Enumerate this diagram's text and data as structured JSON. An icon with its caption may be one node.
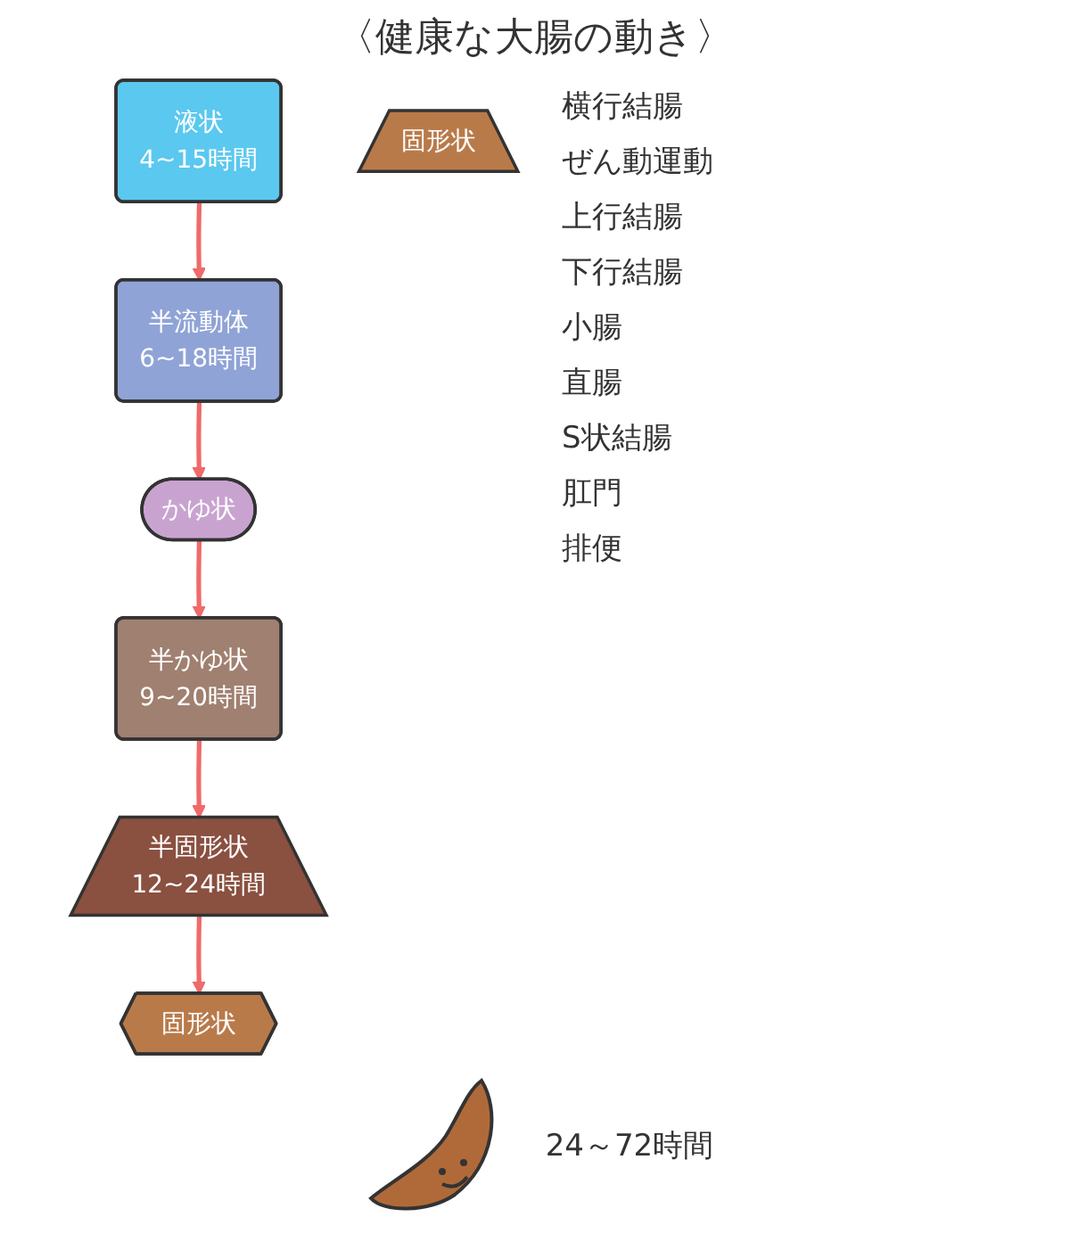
{
  "diagram": {
    "title": "〈健康な大腸の動き〉",
    "nodes": [
      {
        "text": [
          "液状",
          "4~15時間"
        ]
      },
      {
        "text": [
          "半流動体",
          "6~18時間"
        ]
      },
      {
        "text": [
          "かゆ状"
        ]
      },
      {
        "text": [
          "半かゆ状",
          "9~20時間"
        ]
      },
      {
        "text": [
          "半固形状",
          "12~24時間"
        ]
      },
      {
        "text": [
          "固形状"
        ]
      },
      {
        "text": [
          "固形状"
        ]
      }
    ],
    "edges": [
      {
        "from": 0,
        "to": 1,
        "arrow": "to"
      },
      {
        "from": 1,
        "to": 2,
        "arrow": "to"
      },
      {
        "from": 2,
        "to": 3,
        "arrow": "to"
      },
      {
        "from": 3,
        "to": 4,
        "arrow": "to"
      },
      {
        "from": 4,
        "to": 5,
        "arrow": "to"
      }
    ],
    "labels": [
      "横行結腸",
      "ぜん動運動",
      "上行結腸",
      "下行結腸",
      "小腸",
      "直腸",
      "S状結腸",
      "肛門",
      "排便",
      "24～72時間"
    ]
  }
}
